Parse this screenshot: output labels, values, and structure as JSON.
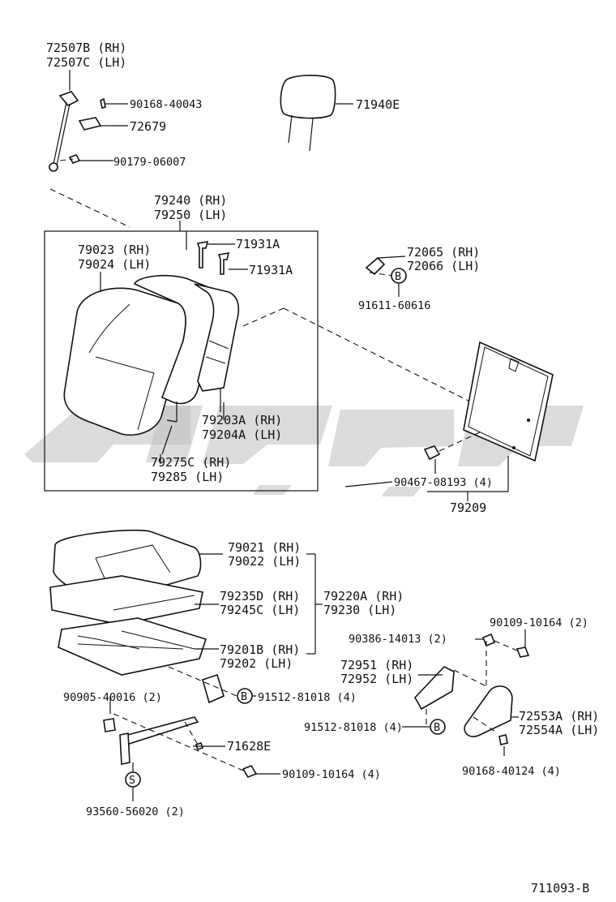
{
  "figure_id": "711093-B",
  "watermark": "",
  "labels": {
    "p72507": [
      "72507B (RH)",
      "72507C (LH)"
    ],
    "p90168_40043": "90168-40043",
    "p72679": "72679",
    "p90179": "90179-06007",
    "p71940e": "71940E",
    "p79240": [
      "79240 (RH)",
      "79250 (LH)"
    ],
    "p79023": [
      "79023 (RH)",
      "79024 (LH)"
    ],
    "p71931a_1": "71931A",
    "p71931a_2": "71931A",
    "p72065": [
      "72065 (RH)",
      "72066 (LH)"
    ],
    "p91611": "91611-60616",
    "p79203a": [
      "79203A (RH)",
      "79204A (LH)"
    ],
    "p79275c": [
      "79275C (RH)",
      "79285 (LH)"
    ],
    "p90467": "90467-08193 (4)",
    "p79209": "79209",
    "p79021": [
      "79021 (RH)",
      "79022 (LH)"
    ],
    "p79235d": [
      "79235D (RH)",
      "79245C (LH)"
    ],
    "p79220a": [
      "79220A (RH)",
      "79230 (LH)"
    ],
    "p79201b": [
      "79201B (RH)",
      "79202 (LH)"
    ],
    "p90109_2": "90109-10164 (2)",
    "p90386": "90386-14013 (2)",
    "p72951": [
      "72951 (RH)",
      "72952 (LH)"
    ],
    "p90905": "90905-40016 (2)",
    "p91512_a": "91512-81018 (4)",
    "p91512_b": "91512-81018 (4)",
    "p72553a": [
      "72553A (RH)",
      "72554A (LH)"
    ],
    "p71628e": "71628E",
    "p90109_4": "90109-10164 (4)",
    "p90168_40124": "90168-40124 (4)",
    "p93560": "93560-56020 (2)",
    "marker_b": "B",
    "marker_s": "S"
  }
}
